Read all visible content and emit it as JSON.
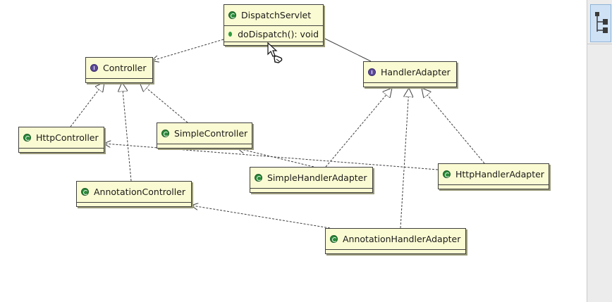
{
  "diagram": {
    "classes": [
      {
        "id": "dispatch",
        "name": "DispatchServlet",
        "kind": "class",
        "members": [
          "doDispatch(): void"
        ]
      },
      {
        "id": "controller",
        "name": "Controller",
        "kind": "interface"
      },
      {
        "id": "handlerAdapter",
        "name": "HandlerAdapter",
        "kind": "interface"
      },
      {
        "id": "httpController",
        "name": "HttpController",
        "kind": "class"
      },
      {
        "id": "simpleController",
        "name": "SimpleController",
        "kind": "class"
      },
      {
        "id": "annotationController",
        "name": "AnnotationController",
        "kind": "class"
      },
      {
        "id": "simpleHandlerAdapter",
        "name": "SimpleHandlerAdapter",
        "kind": "class"
      },
      {
        "id": "httpHandlerAdapter",
        "name": "HttpHandlerAdapter",
        "kind": "class"
      },
      {
        "id": "annotationHandlerAdapter",
        "name": "AnnotationHandlerAdapter",
        "kind": "class"
      }
    ],
    "relations": [
      {
        "from": "dispatch",
        "to": "controller",
        "type": "dependency"
      },
      {
        "from": "dispatch",
        "to": "handlerAdapter",
        "type": "aggregation"
      },
      {
        "from": "httpController",
        "to": "controller",
        "type": "realization"
      },
      {
        "from": "simpleController",
        "to": "controller",
        "type": "realization"
      },
      {
        "from": "annotationController",
        "to": "controller",
        "type": "realization"
      },
      {
        "from": "simpleHandlerAdapter",
        "to": "handlerAdapter",
        "type": "realization"
      },
      {
        "from": "httpHandlerAdapter",
        "to": "handlerAdapter",
        "type": "realization"
      },
      {
        "from": "annotationHandlerAdapter",
        "to": "handlerAdapter",
        "type": "realization"
      },
      {
        "from": "simpleHandlerAdapter",
        "to": "simpleController",
        "type": "dependency"
      },
      {
        "from": "httpHandlerAdapter",
        "to": "httpController",
        "type": "dependency"
      },
      {
        "from": "annotationHandlerAdapter",
        "to": "annotationController",
        "type": "dependency"
      }
    ]
  },
  "icons": {
    "class_badge": "class-icon",
    "interface_badge": "interface-icon",
    "method_badge": "public-method-icon",
    "cursor": "hand-pointer-cursor-icon",
    "outline_view": "outline-view-icon"
  },
  "colors": {
    "class_fill": "#fbfbd3",
    "class_badge": "#2a8a3a",
    "interface_badge": "#5e4b9c",
    "edge": "#3f3f3f"
  }
}
